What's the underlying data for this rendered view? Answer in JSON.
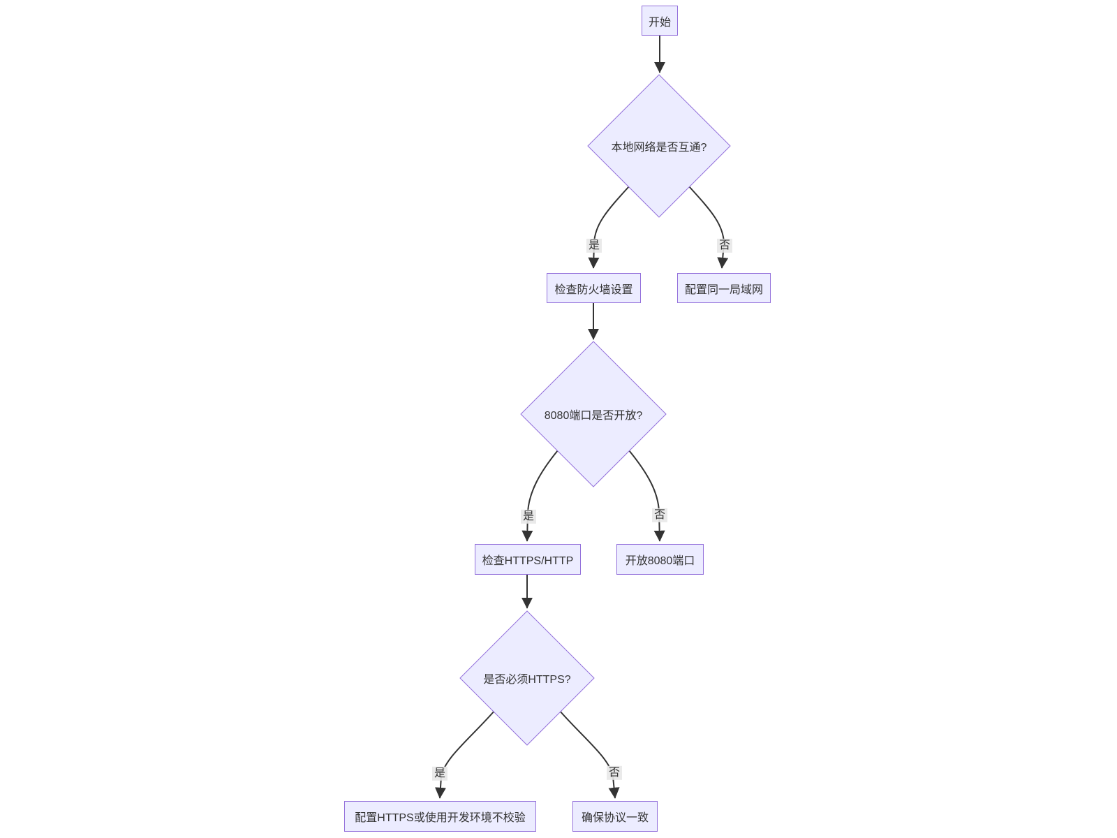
{
  "diagram": {
    "type": "flowchart",
    "direction": "top-down",
    "topic": "network troubleshooting decision flow",
    "colors": {
      "node_fill": "#ECECFF",
      "node_border": "#9370DB",
      "edge_color": "#333333",
      "edge_label_bg": "#e8e8e8",
      "text_color": "#333333",
      "background": "#ffffff"
    },
    "nodes": {
      "start": {
        "label": "开始",
        "shape": "rectangle"
      },
      "q_network": {
        "label": "本地网络是否互通?",
        "shape": "diamond"
      },
      "check_firewall": {
        "label": "检查防火墙设置",
        "shape": "rectangle"
      },
      "config_lan": {
        "label": "配置同一局域网",
        "shape": "rectangle"
      },
      "q_port": {
        "label": "8080端口是否开放?",
        "shape": "diamond"
      },
      "check_https": {
        "label": "检查HTTPS/HTTP",
        "shape": "rectangle"
      },
      "open_port": {
        "label": "开放8080端口",
        "shape": "rectangle"
      },
      "q_https": {
        "label": "是否必须HTTPS?",
        "shape": "diamond"
      },
      "config_https": {
        "label": "配置HTTPS或使用开发环境不校验",
        "shape": "rectangle"
      },
      "ensure_protocol": {
        "label": "确保协议一致",
        "shape": "rectangle"
      }
    },
    "edges": [
      {
        "from": "start",
        "to": "q_network",
        "label": ""
      },
      {
        "from": "q_network",
        "to": "check_firewall",
        "label": "是"
      },
      {
        "from": "q_network",
        "to": "config_lan",
        "label": "否"
      },
      {
        "from": "check_firewall",
        "to": "q_port",
        "label": ""
      },
      {
        "from": "q_port",
        "to": "check_https",
        "label": "是"
      },
      {
        "from": "q_port",
        "to": "open_port",
        "label": "否"
      },
      {
        "from": "check_https",
        "to": "q_https",
        "label": ""
      },
      {
        "from": "q_https",
        "to": "config_https",
        "label": "是"
      },
      {
        "from": "q_https",
        "to": "ensure_protocol",
        "label": "否"
      }
    ]
  }
}
